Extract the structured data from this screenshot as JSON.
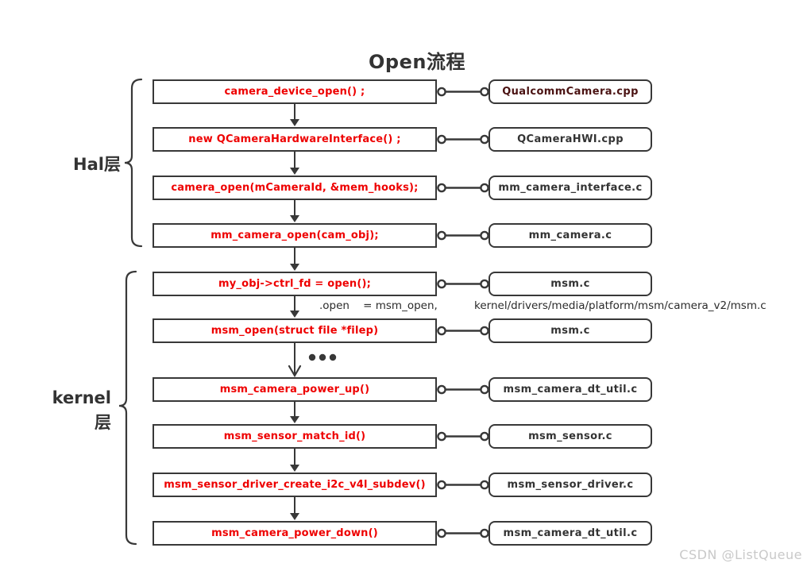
{
  "title": "Open流程",
  "watermark": "CSDN @ListQueue",
  "layers": {
    "hal": {
      "label": "Hal层"
    },
    "kernel": {
      "label": "kernel\n层"
    }
  },
  "annotations": {
    "open_assignment": ".open    = msm_open,",
    "kernel_path": "kernel/drivers/media/platform/msm/camera_v2/msm.c"
  },
  "icons": {
    "connector_ring": "○",
    "ellipsis_dots": "•••",
    "arrow_down": "▼"
  },
  "colors": {
    "call_text": "#ee0000",
    "file_text": "#333333",
    "file_text_highlight": "#4a1212",
    "stroke": "#383838",
    "title_text": "#333333",
    "watermark": "#c9c9c9",
    "background": "#ffffff"
  },
  "rows": [
    {
      "call": "camera_device_open() ;",
      "file": "QualcommCamera.cpp"
    },
    {
      "call": "new QCameraHardwareInterface() ;",
      "file": "QCameraHWI.cpp"
    },
    {
      "call": "camera_open(mCameraId, &mem_hooks);",
      "file": "mm_camera_interface.c"
    },
    {
      "call": "mm_camera_open(cam_obj);",
      "file": "mm_camera.c"
    },
    {
      "call": "my_obj->ctrl_fd = open();",
      "file": "msm.c"
    },
    {
      "call": "msm_open(struct file *filep)",
      "file": "msm.c"
    },
    {
      "call": "msm_camera_power_up()",
      "file": "msm_camera_dt_util.c"
    },
    {
      "call": "msm_sensor_match_id()",
      "file": "msm_sensor.c"
    },
    {
      "call": "msm_sensor_driver_create_i2c_v4l_subdev()",
      "file": "msm_sensor_driver.c"
    },
    {
      "call": "msm_camera_power_down()",
      "file": "msm_camera_dt_util.c"
    }
  ]
}
